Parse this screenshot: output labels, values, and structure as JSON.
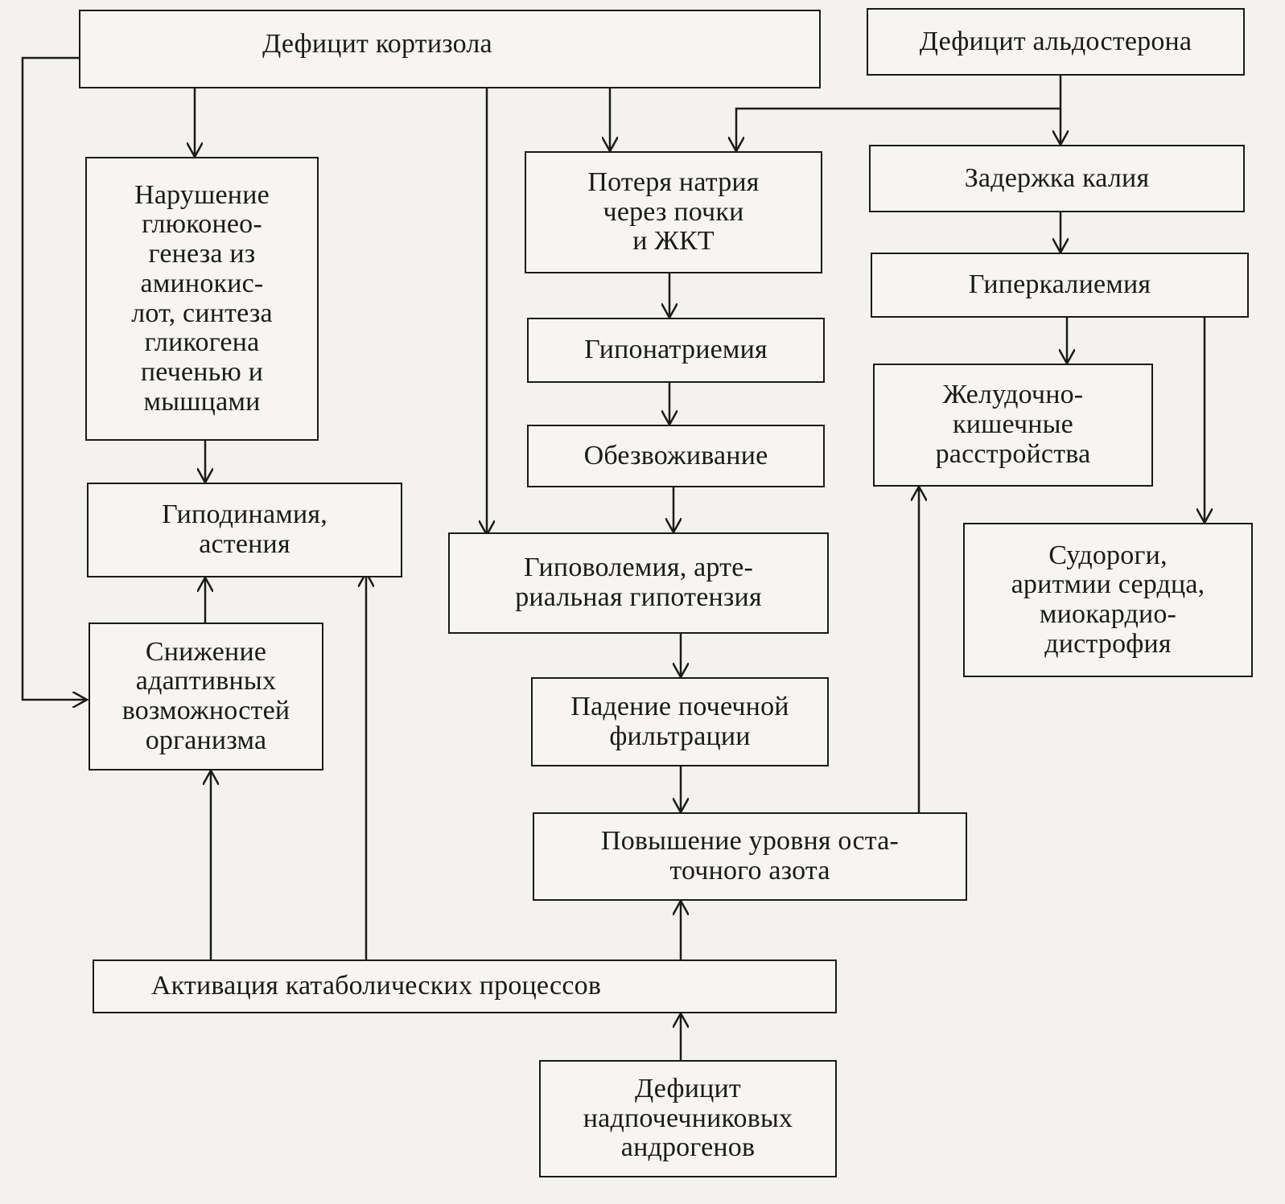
{
  "nodes": {
    "cortisol_deficit": "Дефицит кортизола",
    "aldosterone_deficit": "Дефицит альдостерона",
    "gluconeogenesis_disorder": "Нарушение\nглюконео-\nгенеза из\nаминокис-\nлот, синтеза\nгликогена\nпеченью и\nмышцами",
    "sodium_loss": "Потеря натрия\nчерез почки\nи ЖКТ",
    "potassium_retention": "Задержка калия",
    "hyperkalemia": "Гиперкалиемия",
    "hyponatremia": "Гипонатриемия",
    "dehydration": "Обезвоживание",
    "gi_disorders": "Желудочно-\nкишечные\nрасстройства",
    "hypodynamia": "Гиподинамия,\nастения",
    "hypovolemia": "Гиповолемия, арте-\nриальная гипотензия",
    "convulsions": "Судороги,\nаритмии сердца,\nмиокардио-\nдистрофия",
    "adaptive_decrease": "Снижение\nадаптивных\nвозможностей\nорганизма",
    "renal_filtration_drop": "Падение почечной\nфильтрации",
    "residual_nitrogen": "Повышение уровня оста-\nточного азота",
    "catabolic_activation": "Активация катаболических процессов",
    "androgen_deficit": "Дефицит\nнадпочечниковых\nандрогенов"
  },
  "colors": {
    "line": "#1a1a1a",
    "box_fill": "#f7f5f1",
    "background": "#f4f2ee"
  }
}
